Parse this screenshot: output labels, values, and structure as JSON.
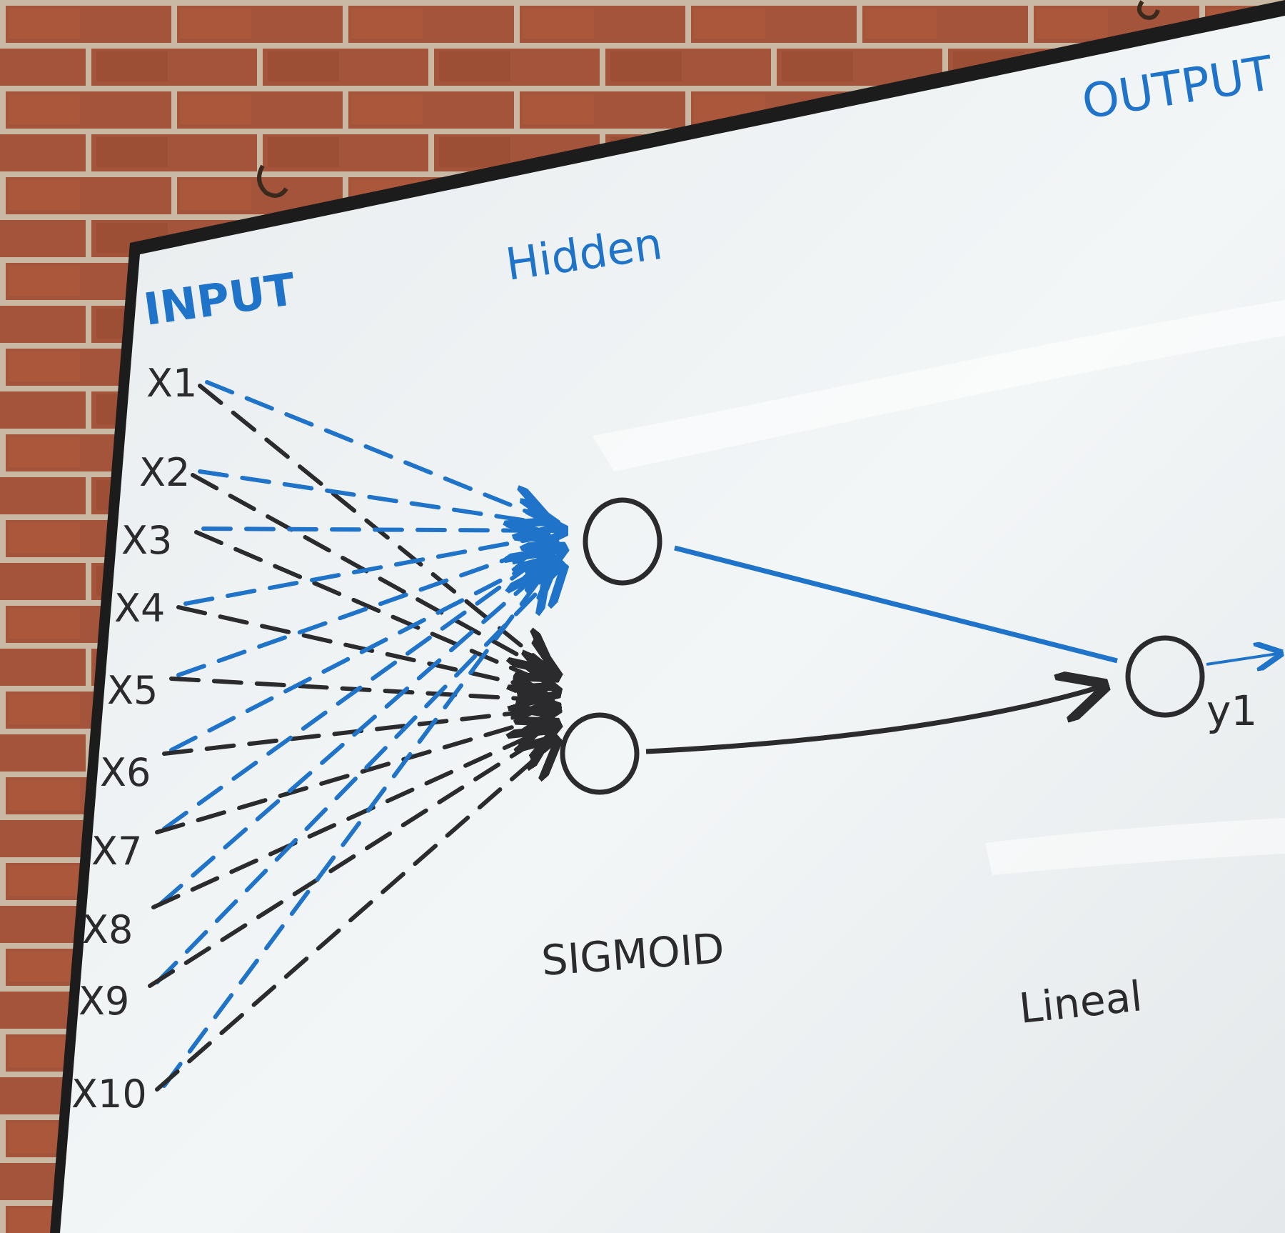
{
  "board": {
    "header_input": "INPUT",
    "header_hidden": "Hidden",
    "header_output": "OUTPUT",
    "activation_hidden": "SIGMOID",
    "activation_output": "Lineal",
    "output_label": "y1"
  },
  "inputs": [
    {
      "label": "X1"
    },
    {
      "label": "X2"
    },
    {
      "label": "X3"
    },
    {
      "label": "X4"
    },
    {
      "label": "X5"
    },
    {
      "label": "X6"
    },
    {
      "label": "X7"
    },
    {
      "label": "X8"
    },
    {
      "label": "X9"
    },
    {
      "label": "X10"
    }
  ],
  "colors": {
    "marker_blue": "#1f74c9",
    "marker_black": "#2b2b2e",
    "board": "#eef2f3",
    "frame": "#1c1c1c",
    "brick": "#a4543a",
    "mortar": "#c9b9a4"
  }
}
